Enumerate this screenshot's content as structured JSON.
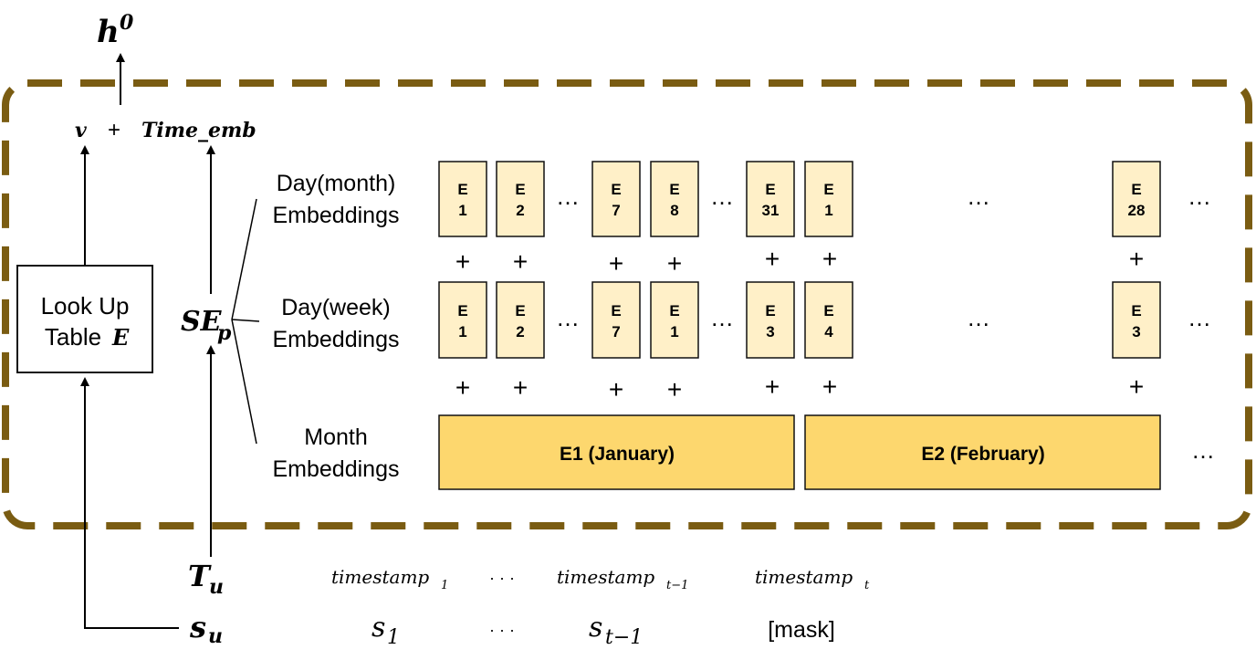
{
  "output": {
    "symbol": "h",
    "superscript": "0"
  },
  "sum_row": {
    "v": "v",
    "plus": "+",
    "time_emb": "Time_emb"
  },
  "lookup": {
    "line1": "Look Up",
    "line2": "Table",
    "symbol": "E"
  },
  "se": {
    "base": "SE",
    "sub": "p"
  },
  "rows": {
    "day_month": {
      "line1": "Day(month)",
      "line2": "Embeddings",
      "top": [
        "E",
        "E",
        "E",
        "E",
        "E",
        "E",
        "E"
      ],
      "values": [
        "1",
        "2",
        "7",
        "8",
        "31",
        "1",
        "28"
      ]
    },
    "day_week": {
      "line1": "Day(week)",
      "line2": "Embeddings",
      "top": [
        "E",
        "E",
        "E",
        "E",
        "E",
        "E",
        "E"
      ],
      "values": [
        "1",
        "2",
        "7",
        "1",
        "3",
        "4",
        "3"
      ]
    },
    "month": {
      "line1": "Month",
      "line2": "Embeddings",
      "bars": [
        "E1 (January)",
        "E2 (February)"
      ]
    }
  },
  "ellipsis": "…",
  "plus": "+",
  "tu": {
    "base": "T",
    "sub": "u"
  },
  "su": {
    "base": "s",
    "sub": "u"
  },
  "timestamps": [
    {
      "base": "timestamp",
      "sub": "1"
    },
    {
      "base": "timestamp",
      "sub": "t−1"
    },
    {
      "base": "timestamp",
      "sub": "t"
    }
  ],
  "items": [
    {
      "base": "s",
      "sub": "1"
    },
    {
      "base": "s",
      "sub": "t−1"
    }
  ],
  "mask": "[mask]",
  "dots": "· · ·",
  "colors": {
    "frame": "#7a5c12",
    "square": "#fff0c8",
    "bar": "#fdd76e"
  }
}
